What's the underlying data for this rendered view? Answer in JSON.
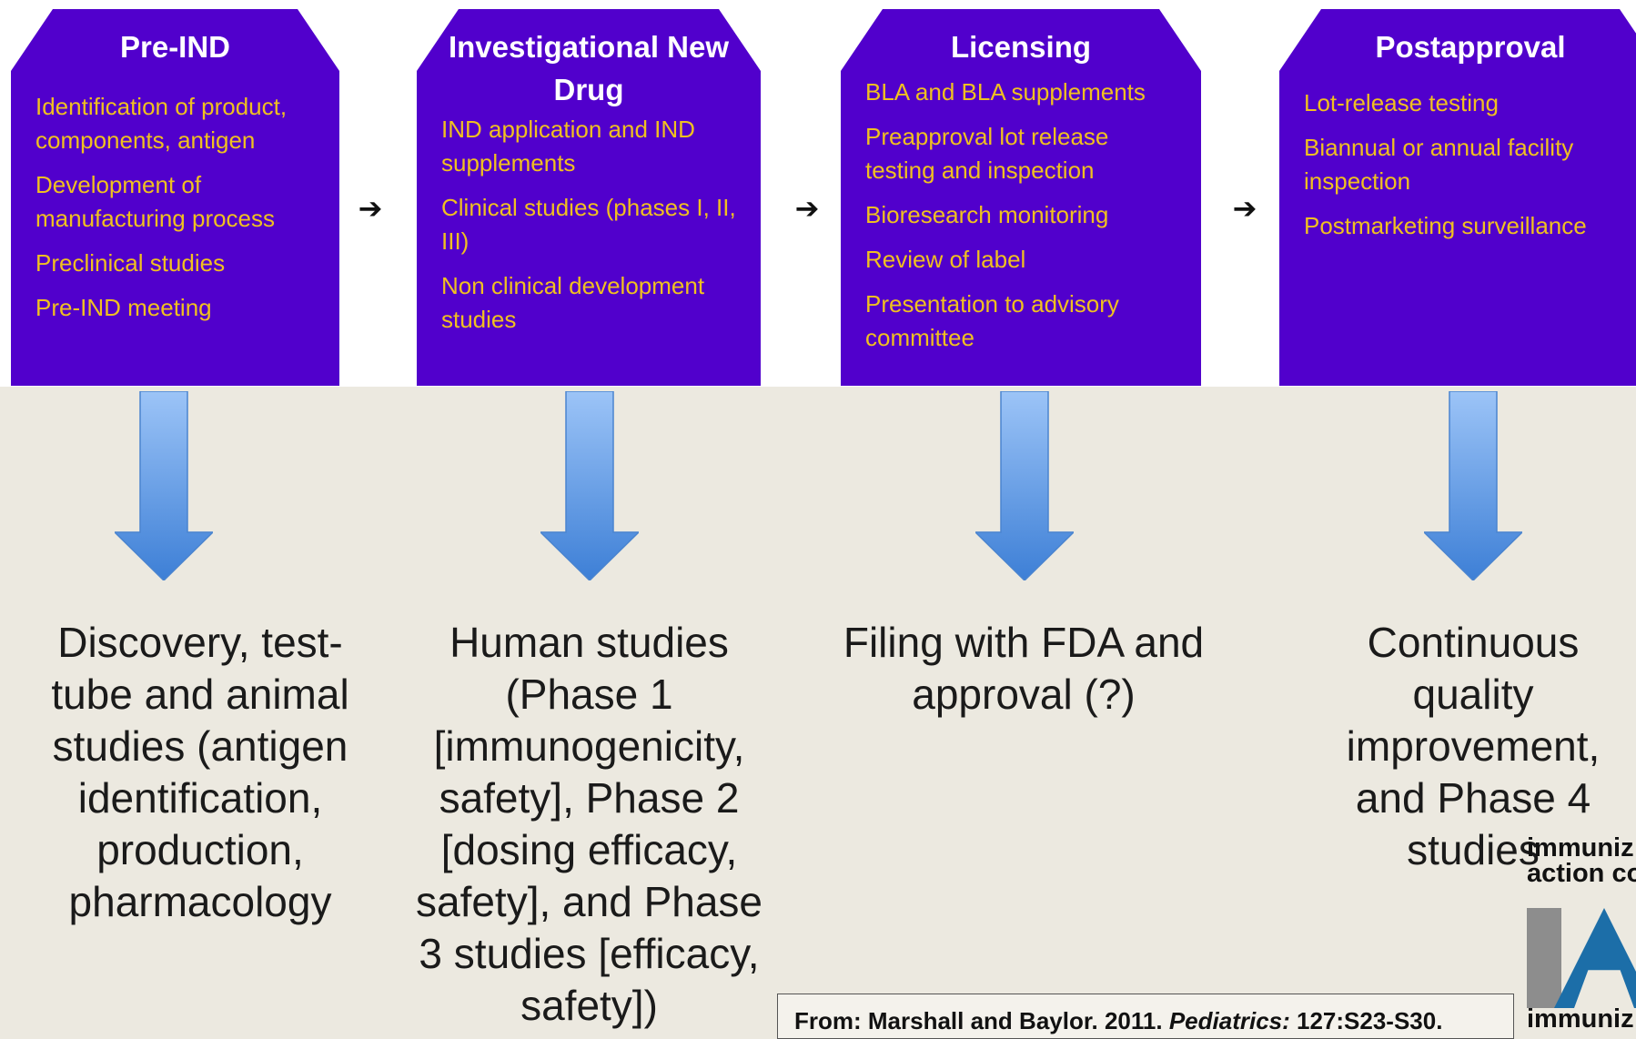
{
  "stages": [
    {
      "title": "Pre-IND",
      "items": [
        "Identification of product, components, antigen",
        "Development of manufacturing process",
        "Preclinical studies",
        "Pre-IND meeting"
      ]
    },
    {
      "title": "Investigational New Drug",
      "items": [
        "IND application and IND supplements",
        "Clinical studies (phases I, II, III)",
        "Non clinical development studies"
      ]
    },
    {
      "title": "Licensing",
      "items": [
        "BLA and BLA supplements",
        "Preapproval lot release testing and inspection",
        "Bioresearch monitoring",
        "Review of label",
        "Presentation to advisory committee"
      ]
    },
    {
      "title": "Postapproval",
      "items": [
        "Lot-release testing",
        "Biannual or annual facility inspection",
        "Postmarketing surveillance"
      ]
    }
  ],
  "flow_arrow": "➔",
  "descriptions": [
    "Discovery, test-tube and animal studies (antigen identification, production, pharmacology",
    "Human studies (Phase 1 [immunogenicity, safety], Phase 2 [dosing efficacy, safety], and Phase 3 studies [efficacy, safety])",
    "Filing with FDA and approval (?)",
    "Continuous quality improvement, and Phase 4 studies"
  ],
  "citation": {
    "prefix": "From: Marshall and Baylor. 2011. ",
    "journal": "Pediatrics:",
    "suffix": " 127:S23-S30."
  },
  "logo": {
    "line1": "immuniz",
    "line2": "action co",
    "bottom": "immuniz"
  },
  "colors": {
    "stage_bg": "#5100cc",
    "stage_title": "#ffffff",
    "stage_text": "#f0c020",
    "arrow_top": "#9cc4f7",
    "arrow_bottom": "#3d7fd6",
    "page_bg": "#ece9e0"
  }
}
